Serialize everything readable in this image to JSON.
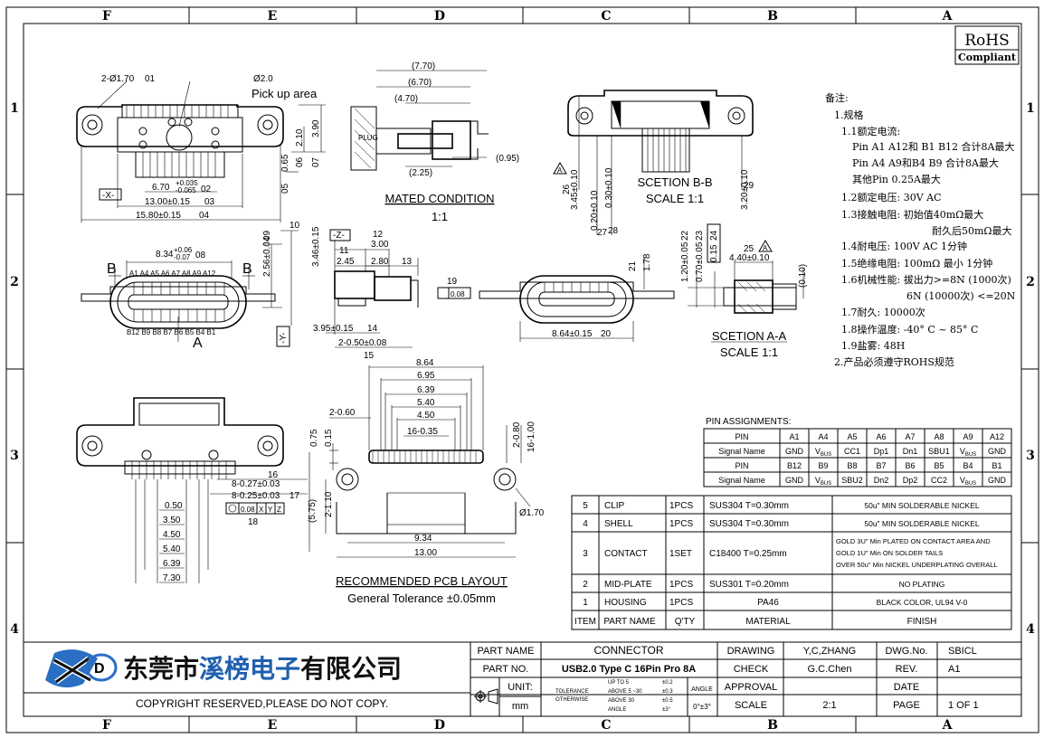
{
  "frame": {
    "cols_top": [
      "F",
      "E",
      "D",
      "C",
      "B",
      "A"
    ],
    "rows": [
      "1",
      "2",
      "3",
      "4"
    ]
  },
  "rohs": {
    "line1": "RoHS",
    "line2": "Compliant"
  },
  "views": {
    "top": {
      "d_holes": "2-Ø1.70",
      "n_holes": "01",
      "d_pickup": "Ø2.0",
      "pickup": "Pick up area",
      "d_w1": "6.70",
      "tol_w1_up": "+0.035",
      "tol_w1_dn": "-0.065",
      "n_w1": "02",
      "d_w2": "13.00±0.15",
      "n_w2": "03",
      "d_w3": "15.80±0.15",
      "n_w3": "04",
      "d_h1": "0.65",
      "n_h1": "05",
      "d_h2": "2.10",
      "n_h2": "06",
      "d_h3": "3.90",
      "n_h3": "07",
      "datum_x": "-X-"
    },
    "mated": {
      "d1": "(7.70)",
      "d2": "(6.70)",
      "d3": "(4.70)",
      "d4": "(2.25)",
      "d5": "(0.95)",
      "plug": "PLUG",
      "title": "MATED CONDITION",
      "scale": "1:1"
    },
    "section_bb": {
      "title": "SCETION B-B",
      "scale": "SCALE 1:1",
      "d1": "3.45±0.10",
      "n1": "26",
      "d2": "0.20±0.10",
      "n2": "27",
      "d3": "0.30±0.10",
      "n3": "28",
      "d4": "3.20±0.10",
      "n4": "29",
      "flag": "A"
    },
    "front": {
      "d_pitch": "8.34",
      "tol_up": "+0.06",
      "tol_dn": "-0.07",
      "n_pitch": "08",
      "pins_top": "A1 A4 A5 A6 A7 A8 A9 A12",
      "pins_bot": "B12 B9 B8 B7 B6 B5 B4 B1",
      "d_h1": "2.56±0.04",
      "n_h1": "09",
      "d_h2": "3.46±0.15",
      "n_h2": "10",
      "sec_b": "B",
      "sec_a": "A",
      "datum_y": "-Y-"
    },
    "side": {
      "datum_z": "-Z-",
      "n12": "12",
      "d12": "3.00",
      "n11": "11",
      "d11": "2.45",
      "d13": "2.80",
      "n13": "13",
      "d14": "3.95±0.15",
      "n14": "14",
      "d15": "2-0.50±0.08",
      "n15": "15"
    },
    "front2": {
      "n19": "19",
      "d19": "0.08",
      "d20": "8.64±0.15",
      "n20": "20",
      "n21": "21",
      "d21": "1.78"
    },
    "section_aa": {
      "title": "SCETION A-A",
      "scale": "SCALE 1:1",
      "d22": "1.20±0.05",
      "n22": "22",
      "d23": "0.70±0.05",
      "n23": "23",
      "d24": "0.15",
      "n24": "24",
      "d25": "4.40±0.10",
      "n25": "25",
      "d_gap": "(0.10)",
      "flag": "A"
    },
    "pcb": {
      "d1": "8.64",
      "d2": "6.95",
      "d3": "6.39",
      "d4": "5.40",
      "d5": "4.50",
      "d6": "16-0.35",
      "d7": "2-0.60",
      "d8": "0.75",
      "d9": "0.15",
      "d10": "2-0.80",
      "d11": "16-1.00",
      "d12": "2-1.10",
      "d13": "(5.75)",
      "d14": "9.34",
      "d15": "13.00",
      "d16": "Ø1.70",
      "title": "RECOMMENDED PCB LAYOUT",
      "tolerance": "General Tolerance ±0.05mm"
    },
    "bottom": {
      "d16": "8-0.27±0.03",
      "n16": "16",
      "d17": "8-0.25±0.03",
      "n17": "17",
      "fcf1": "0.08",
      "fcf2": "X",
      "fcf3": "Y",
      "fcf4": "Z",
      "n18": "18",
      "d_a": "0.50",
      "d_b": "3.50",
      "d_c": "4.50",
      "d_d": "5.40",
      "d_e": "6.39",
      "d_f": "7.30"
    }
  },
  "notes": {
    "heading": "备注:",
    "lines": [
      "1.规格",
      "1.1额定电流:",
      "Pin A1 A12和 B1 B12 合计8A最大",
      "Pin A4 A9和B4 B9 合计8A最大",
      "其他Pin 0.25A最大",
      "1.2额定电压: 30V AC",
      "1.3接触电阻: 初始值40mΩ最大",
      "耐久后50mΩ最大",
      "1.4耐电压: 100V AC 1分钟",
      "1.5绝缘电阻: 100mΩ 最小 1分钟",
      "1.6机械性能: 拔出力>=8N (1000次)",
      "6N (10000次) <=20N",
      "1.7耐久: 10000次",
      "1.8操作温度: -40° C ~ 85° C",
      "1.9盐雾: 48H",
      "2.产品必须遵守ROHS规范"
    ]
  },
  "pin_assignments": {
    "title": "PIN ASSIGNMENTS:",
    "rows": [
      [
        "PIN",
        "A1",
        "A4",
        "A5",
        "A6",
        "A7",
        "A8",
        "A9",
        "A12"
      ],
      [
        "Signal Name",
        "GND",
        "VBUS",
        "CC1",
        "Dp1",
        "Dn1",
        "SBU1",
        "VBUS",
        "GND"
      ],
      [
        "PIN",
        "B12",
        "B9",
        "B8",
        "B7",
        "B6",
        "B5",
        "B4",
        "B1"
      ],
      [
        "Signal Name",
        "GND",
        "VBUS",
        "SBU2",
        "Dn2",
        "Dp2",
        "CC2",
        "VBUS",
        "GND"
      ]
    ]
  },
  "bom": {
    "rows": [
      [
        "5",
        "CLIP",
        "1PCS",
        "SUS304   T=0.30mm",
        "50u\" MIN SOLDERABLE NICKEL"
      ],
      [
        "4",
        "SHELL",
        "1PCS",
        "SUS304   T=0.30mm",
        "50u\" MIN SOLDERABLE NICKEL"
      ],
      [
        "3",
        "CONTACT",
        "1SET",
        "C18400   T=0.25mm",
        "GOLD 3U\" Min PLATED ON CONTACT AREA AND|GOLD 1U\" Min ON SOLDER TAILS|OVER 50u\" Min NICKEL UNDERPLATING OVERALL"
      ],
      [
        "2",
        "MID-PLATE",
        "1PCS",
        "SUS301   T=0.20mm",
        "NO PLATING"
      ],
      [
        "1",
        "HOUSING",
        "1PCS",
        "PA46",
        "BLACK COLOR, UL94 V-0"
      ]
    ],
    "header": [
      "ITEM",
      "PART NAME",
      "Q'TY",
      "MATERIAL",
      "FINISH"
    ]
  },
  "title_block": {
    "company": "东莞市溪榜电子有限公司",
    "company_hl": "溪榜电子",
    "copyright": "COPYRIGHT RESERVED,PLEASE DO NOT COPY.",
    "part_name_label": "PART NAME",
    "part_name": "CONNECTOR",
    "part_no_label": "PART NO.",
    "part_no": "USB2.0 Type C 16Pin Pro 8A",
    "unit_label": "UNIT:",
    "unit": "mm",
    "tol_label1": "TOLERANCE",
    "tol_label2": "OTHERWISE",
    "tol_r1": "UP TO 5",
    "tol_v1": "±0.2",
    "tol_r2": "ABOVE 5 ~30",
    "tol_v2": "±0.3",
    "tol_r3": "ABOVE 30",
    "tol_v3": "±0.5",
    "tol_r4": "ANGLE",
    "tol_v4": "±3°",
    "angle_label": "ANGLE",
    "angle": "0°±3°",
    "drawing_label": "DRAWING",
    "drawing": "Y,C,ZHANG",
    "check_label": "CHECK",
    "check": "G.C.Chen",
    "approval_label": "APPROVAL",
    "approval": "",
    "scale_label": "SCALE",
    "scale": "2:1",
    "dwg_label": "DWG.No.",
    "dwg": "SBICL",
    "rev_label": "REV.",
    "rev": "A1",
    "date_label": "DATE",
    "date": "",
    "page_label": "PAGE",
    "page": "1  OF  1"
  },
  "colors": {
    "company_dark": "#111111",
    "company_accent": "#1f5fb0",
    "logo_blue": "#2a6fc4"
  }
}
